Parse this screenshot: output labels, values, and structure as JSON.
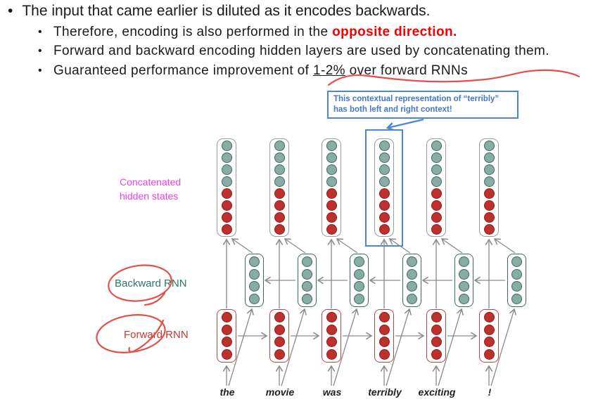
{
  "slide": {
    "bullet": "•",
    "title_line": "The input that came earlier is diluted as it encodes backwards.",
    "b1_prefix": "Therefore, encoding is also performed in the ",
    "b1_emphasis": "opposite direction.",
    "b2": "Forward and backward encoding hidden layers are used by concatenating them.",
    "b3_prefix": "Guaranteed performance improvement of ",
    "b3_underlined": "1-2%",
    "b3_suffix": " over forward RNNs"
  },
  "callout": {
    "line1": "This contextual representation of “terribly”",
    "line2": "has both left and right context!"
  },
  "diagram": {
    "label_concat": "Concatenated hidden states",
    "label_backward": "Backward RNN",
    "label_forward": "Forward RNN",
    "words": [
      "the",
      "movie",
      "was",
      "terribly",
      "exciting",
      "!"
    ],
    "concat_circles": [
      "teal",
      "teal",
      "teal",
      "teal",
      "red",
      "red",
      "red",
      "red"
    ],
    "backward_circles": [
      "teal",
      "teal",
      "teal",
      "teal"
    ],
    "forward_circles": [
      "red",
      "red",
      "red",
      "red"
    ]
  },
  "colors": {
    "teal-fill": "#86aca4",
    "teal-stroke": "#3c6b60",
    "red-fill": "#bf2f2c",
    "red-stroke": "#8a1f1d",
    "red-box-stroke": "#b04a46",
    "gray-box-stroke": "#9c9c9c",
    "arrow": "#8a8a8a",
    "blue-accent": "#4c86d9",
    "callout-text": "#4577c4",
    "magenta-label": "#e743e0",
    "teal-label": "#2f7568",
    "red-label": "#c03a30",
    "annotation-red": "#e25048",
    "emphasis-red": "#f40000",
    "text-dark": "#1a1a1a"
  }
}
